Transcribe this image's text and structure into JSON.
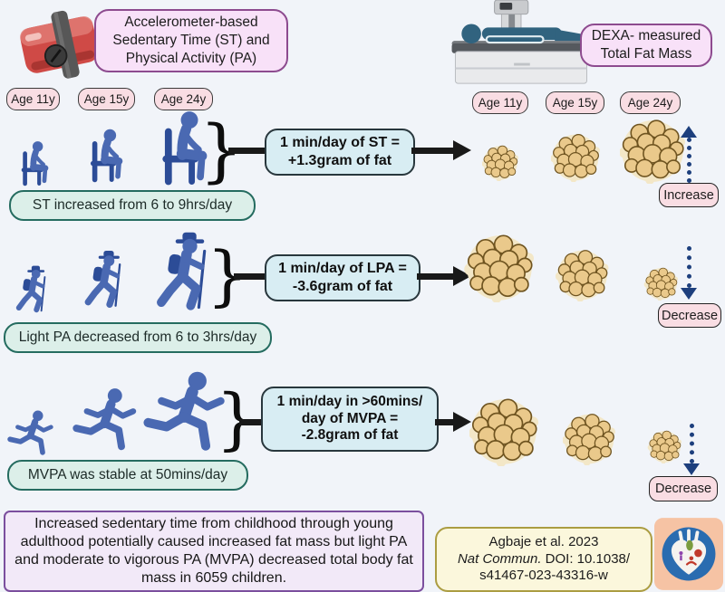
{
  "header": {
    "accel_lines": [
      "Accelerometer-based",
      "Sedentary Time (ST) and",
      "Physical Activity (PA)"
    ],
    "dexa_lines": [
      "DEXA- measured",
      "Total Fat Mass"
    ]
  },
  "ages_left": [
    "Age 11y",
    "Age 15y",
    "Age 24y"
  ],
  "ages_right": [
    "Age 11y",
    "Age 15y",
    "Age 24y"
  ],
  "brace": "}",
  "rows": [
    {
      "name": "sedentary-time",
      "figure_icon": "sitting-person-icon",
      "effect_lines": [
        "1 min/day of ST =",
        "+1.3gram of fat"
      ],
      "caption": "ST increased from 6 to 9hrs/day",
      "trend_label": "Increase",
      "trend_direction": "up",
      "fat_mass_order": "small-to-large"
    },
    {
      "name": "light-pa",
      "figure_icon": "hiking-person-icon",
      "effect_lines": [
        "1 min/day of LPA =",
        "-3.6gram of fat"
      ],
      "caption": "Light PA decreased from 6 to 3hrs/day",
      "trend_label": "Decrease",
      "trend_direction": "down",
      "fat_mass_order": "large-to-small"
    },
    {
      "name": "mvpa",
      "figure_icon": "running-person-icon",
      "effect_lines": [
        "1 min/day in >60mins/",
        "day of MVPA =",
        "-2.8gram of fat"
      ],
      "caption": "MVPA was stable at 50mins/day",
      "trend_label": "Decrease",
      "trend_direction": "down",
      "fat_mass_order": "large-to-small"
    }
  ],
  "summary": {
    "text": "Increased sedentary time from childhood through young adulthood potentially caused increased fat mass but light PA and moderate to vigorous PA (MVPA) decreased total body fat mass in 6059 children."
  },
  "citation": {
    "line1": "Agbaje et al. 2023",
    "journal_italic": "Nat Commun.",
    "doi_rest": " DOI: 10.1038/",
    "line3": "s41467-023-43316-w"
  },
  "icons": {
    "top_left": "accelerometer-device-icon",
    "top_right": "dexa-scanner-icon",
    "row1": "sitting-person-icon",
    "row2": "hiking-person-icon",
    "row3": "running-person-icon",
    "fat": "fat-cells-cluster",
    "bottom_right": "heart-society-logo"
  },
  "colors": {
    "background": "#f1f4f9",
    "pink_box_fill": "#f8e1f8",
    "pink_box_border": "#8d4b8f",
    "age_pill_fill": "#f9dde3",
    "effect_box_fill": "#d8edf3",
    "effect_box_border": "#28373d",
    "caption_pill_fill": "#dcefe9",
    "caption_pill_border": "#256c60",
    "summary_fill": "#f2e9f8",
    "summary_border": "#7b4f9e",
    "citation_fill": "#fbf7dc",
    "citation_border": "#ab9d42",
    "person_blue": "#4a69b2",
    "person_dark_blue": "#2c4c97",
    "fat_cell_fill": "#eac98b",
    "fat_cell_stroke": "#6f5420",
    "arrow_black": "#191919",
    "trend_arrow_navy": "#1d3f7d",
    "device_red": "#cf4a46",
    "logo_bg": "#f6c3a4",
    "logo_circle": "#2a6cb0"
  }
}
